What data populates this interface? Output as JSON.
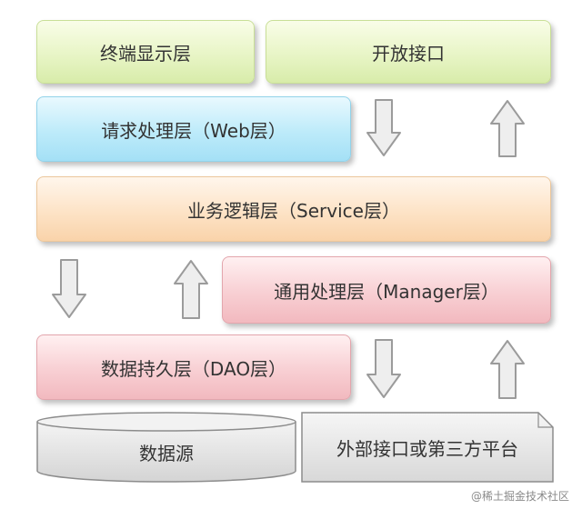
{
  "layers": {
    "terminal_display": "终端显示层",
    "open_interface": "开放接口",
    "request_processing": "请求处理层（Web层）",
    "business_logic": "业务逻辑层（Service层）",
    "common_processing": "通用处理层（Manager层）",
    "data_persistence": "数据持久层（DAO层）",
    "data_source": "数据源",
    "external_interface": "外部接口或第三方平台"
  },
  "watermark": "@稀土掘金技术社区",
  "colors": {
    "green": "#e8f5c6",
    "blue": "#bdebfa",
    "orange": "#fde3c6",
    "pink": "#f8cfd3",
    "gray": "#e6e6e6",
    "arrow_fill": "#eeeeee",
    "arrow_stroke": "#9b9b9b"
  }
}
